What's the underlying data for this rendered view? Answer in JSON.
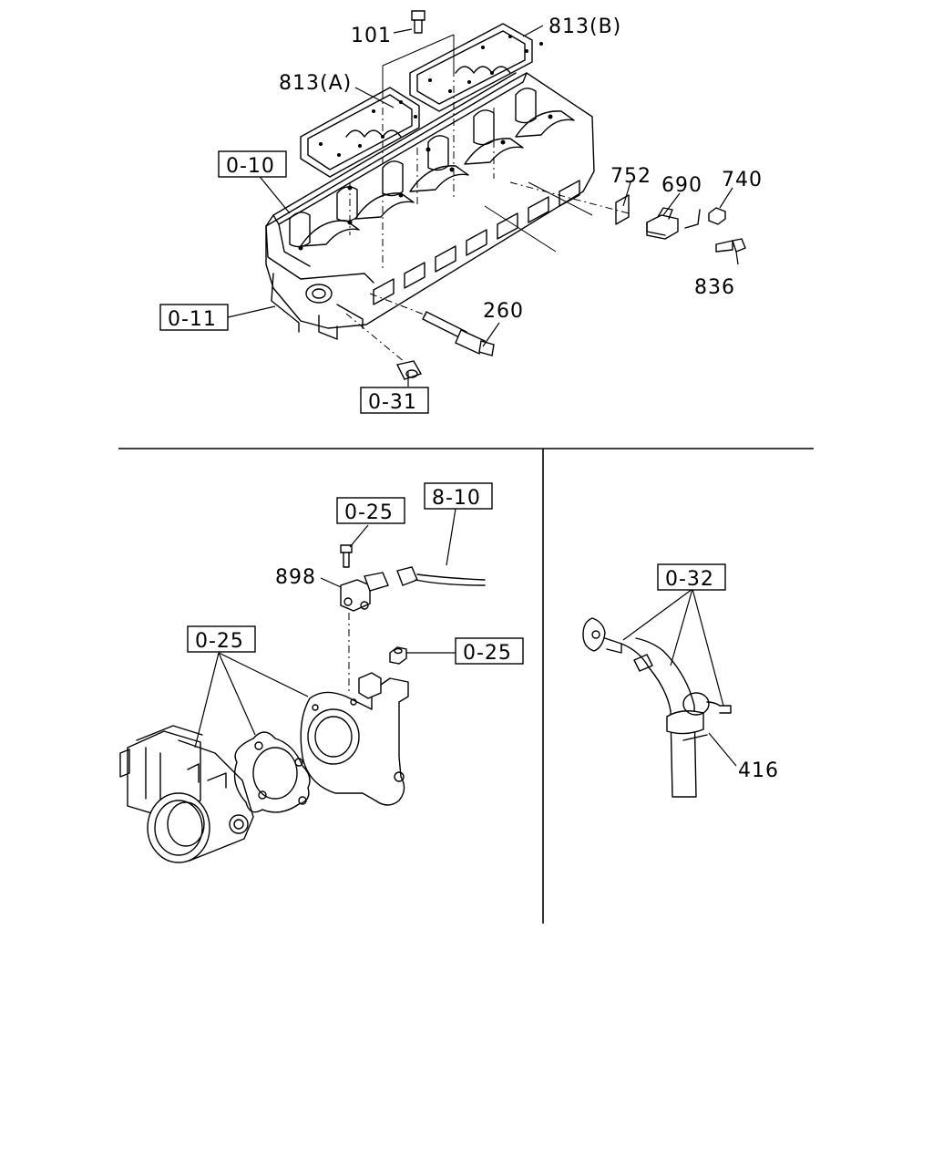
{
  "callouts": {
    "c101": "101",
    "c813a": "813(A)",
    "c813b": "813(B)",
    "c752": "752",
    "c690": "690",
    "c740": "740",
    "c836": "836",
    "c260": "260",
    "c898": "898",
    "c416": "416"
  },
  "refs": {
    "r010": "0-10",
    "r011": "0-11",
    "r031": "0-31",
    "r025a": "0-25",
    "r025b": "0-25",
    "r025c": "0-25",
    "r810": "8-10",
    "r032": "0-32"
  }
}
